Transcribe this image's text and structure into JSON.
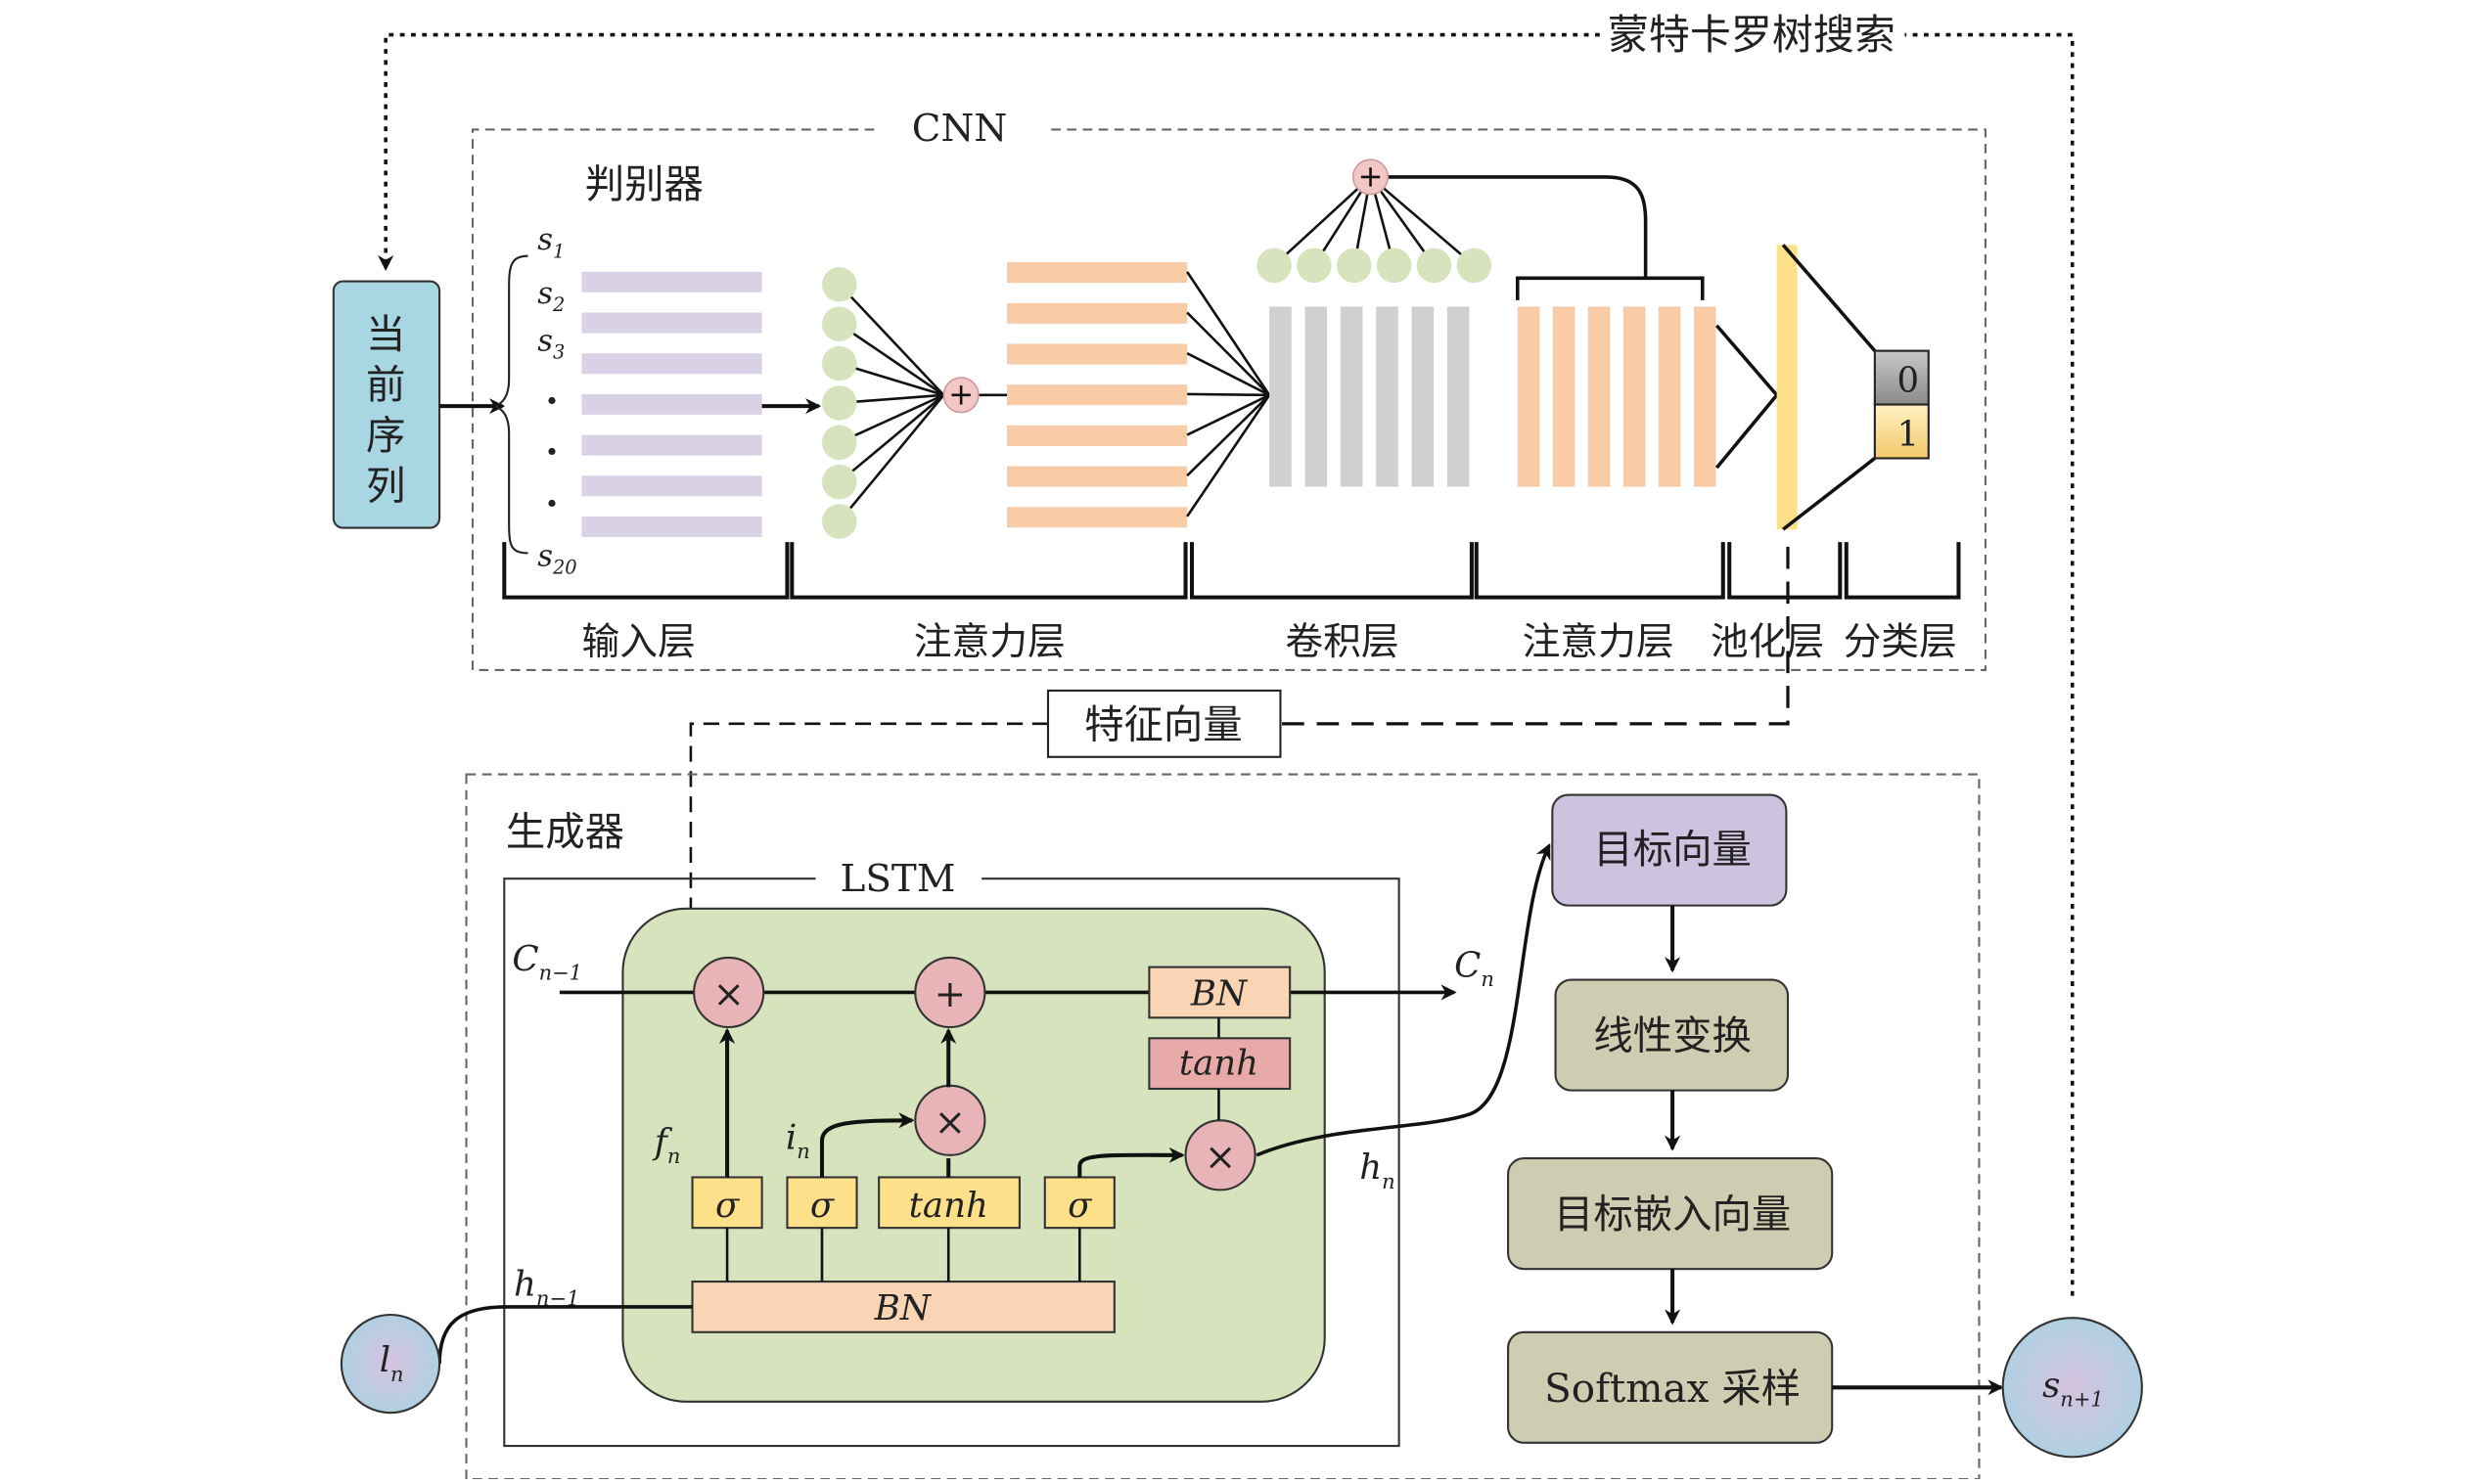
{
  "top_loop_label": "蒙特卡罗树搜索",
  "discriminator": {
    "frame_label": "CNN",
    "title": "判别器",
    "input_node": [
      "当",
      "前",
      "序",
      "列"
    ],
    "sequence": [
      {
        "base": "s",
        "sub": "1"
      },
      {
        "base": "s",
        "sub": "2"
      },
      {
        "base": "s",
        "sub": "3"
      },
      {
        "base": "s",
        "sub": "20"
      }
    ],
    "dots": [
      "·",
      "·",
      "·"
    ],
    "layers": [
      "输入层",
      "注意力层",
      "卷积层",
      "注意力层",
      "池化层",
      "分类层"
    ],
    "classes": [
      "0",
      "1"
    ],
    "colors": {
      "input_bar": "#d9d2e6",
      "attention_bar": "#f9cba7",
      "conv_bar": "#d0d0d0",
      "node": "#d6e3bd",
      "pool": "#ffe08a",
      "adder": "#f4c7c7"
    }
  },
  "feature_vector_label": "特征向量",
  "generator": {
    "title": "生成器",
    "lstm_label": "LSTM",
    "c_in": {
      "base": "C",
      "sub": "n−1"
    },
    "c_out": {
      "base": "C",
      "sub": "n"
    },
    "h_in": {
      "base": "h",
      "sub": "n−1"
    },
    "h_out": {
      "base": "h",
      "sub": "n"
    },
    "f_gate": {
      "base": "f",
      "sub": "n"
    },
    "i_gate": {
      "base": "i",
      "sub": "n"
    },
    "input_node": {
      "base": "l",
      "sub": "n"
    },
    "output_node": {
      "base": "s",
      "sub": "n+1"
    },
    "ops": {
      "mul": "×",
      "add": "+",
      "sigma": "σ",
      "tanh": "tanh",
      "bn": "BN"
    },
    "pipeline": [
      "目标向量",
      "线性变换",
      "目标嵌入向量",
      "Softmax 采样"
    ],
    "colors": {
      "cell": "#d6e3bd",
      "gate": "#ffe08a",
      "bn": "#f9d5b5",
      "tanh_box": "#e8a9a9",
      "op": "#e9b4b8",
      "target": "#cdc3de",
      "step": "#cfcdb1",
      "node": "#bcd9e6"
    }
  }
}
